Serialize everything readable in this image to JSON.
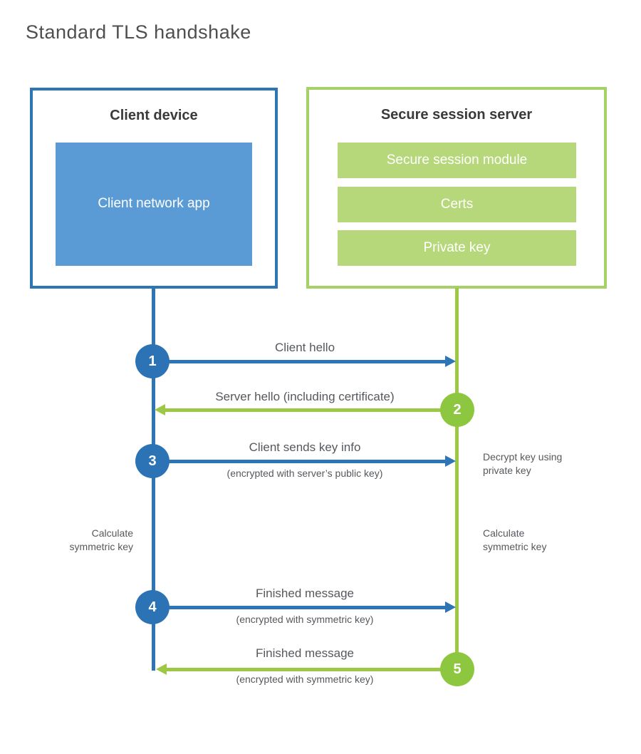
{
  "page_title": "Standard TLS handshake",
  "client": {
    "title": "Client device",
    "app_label": "Client network app"
  },
  "server": {
    "title": "Secure session server",
    "modules": [
      "Secure session module",
      "Certs",
      "Private key"
    ]
  },
  "steps": [
    {
      "num": "1",
      "direction": "right",
      "actor": "client",
      "label": "Client hello",
      "sublabel": ""
    },
    {
      "num": "2",
      "direction": "left",
      "actor": "server",
      "label": "Server hello (including certificate)",
      "sublabel": ""
    },
    {
      "num": "3",
      "direction": "right",
      "actor": "client",
      "label": "Client sends key info",
      "sublabel": "(encrypted with server’s public key)"
    },
    {
      "num": "4",
      "direction": "right",
      "actor": "client",
      "label": "Finished message",
      "sublabel": "(encrypted with symmetric key)"
    },
    {
      "num": "5",
      "direction": "left",
      "actor": "server",
      "label": "Finished message",
      "sublabel": "(encrypted with symmetric key)"
    }
  ],
  "notes": {
    "decrypt_key": "Decrypt key using private key",
    "calculate_left": "Calculate symmetric key",
    "calculate_right": "Calculate symmetric key"
  },
  "colors": {
    "blue_line": "#2e75b6",
    "blue_circle": "#2c73b5",
    "blue_fill": "#5b9bd5",
    "green_line": "#9dc845",
    "green_circle": "#8dc63f",
    "green_border": "#a6d166",
    "green_fill": "#b6d87b",
    "heading_text": "#3a3a3a",
    "label_text": "#55585c"
  }
}
